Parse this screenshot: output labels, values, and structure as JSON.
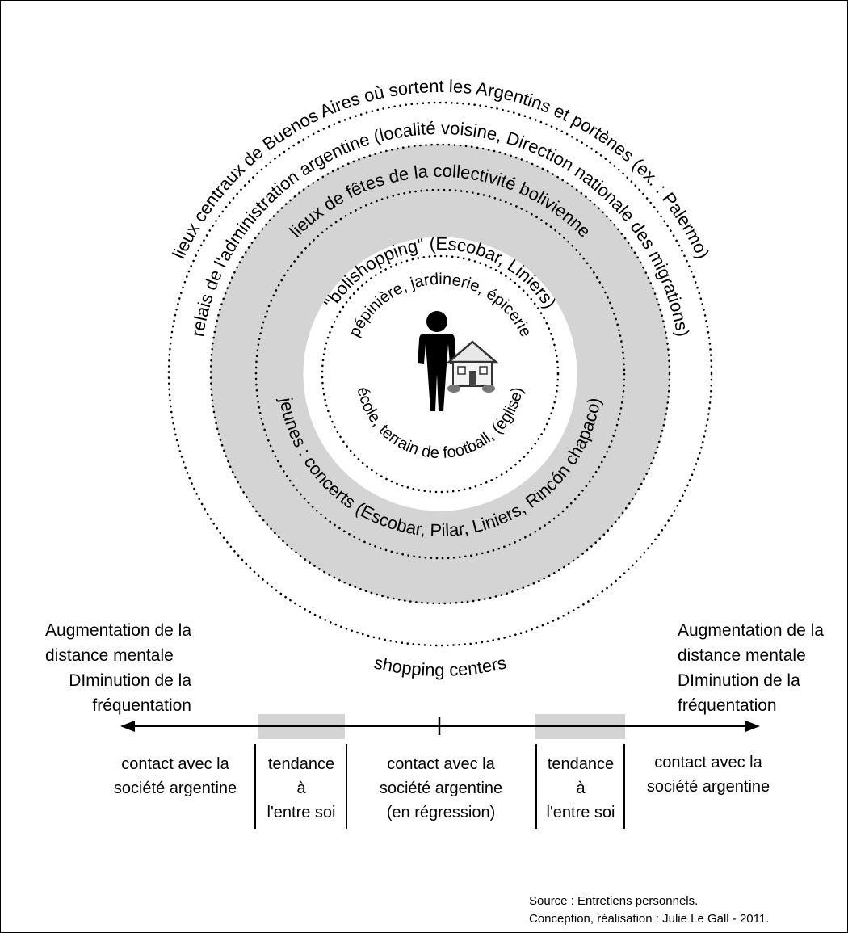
{
  "rings": {
    "outer_top": "lieux centraux de Buenos Aires où sortent les Argentins et portènes (ex. : Palermo)",
    "outer_bottom": "shopping centers",
    "admin_top": "relais de l'administration argentine (localité voisine, Direction nationale des migrations)",
    "fetes_top": "lieux de fêtes de la collectivité bolivienne",
    "jeunes_bottom": "jeunes : concerts (Escobar, Pilar, Liniers, Rincón chapaco)",
    "bolishopping_top": "\"bolishopping\" (Escobar, Liniers)",
    "inner_top": "pépinière, jardinerie, épicerie",
    "inner_bottom": "école, terrain de football, (église)"
  },
  "left_note": [
    "Augmentation de la",
    "distance mentale",
    "DIminution de la",
    "fréquentation"
  ],
  "right_note": [
    "Augmentation de la",
    "distance mentale",
    "DIminution de la",
    "fréquentation"
  ],
  "axis_zones": [
    [
      "contact avec la",
      "société argentine"
    ],
    [
      "tendance",
      "à",
      "l'entre soi"
    ],
    [
      "contact avec la",
      "société argentine",
      "(en régression)"
    ],
    [
      "tendance",
      "à",
      "l'entre soi"
    ],
    [
      "contact avec la",
      "société argentine"
    ]
  ],
  "source": [
    "Source : Entretiens personnels.",
    "Conception, réalisation : Julie Le Gall - 2011."
  ],
  "colors": {
    "band": "#d4d4d4",
    "ink": "#000000"
  },
  "icons": [
    "person-icon",
    "house-icon"
  ]
}
